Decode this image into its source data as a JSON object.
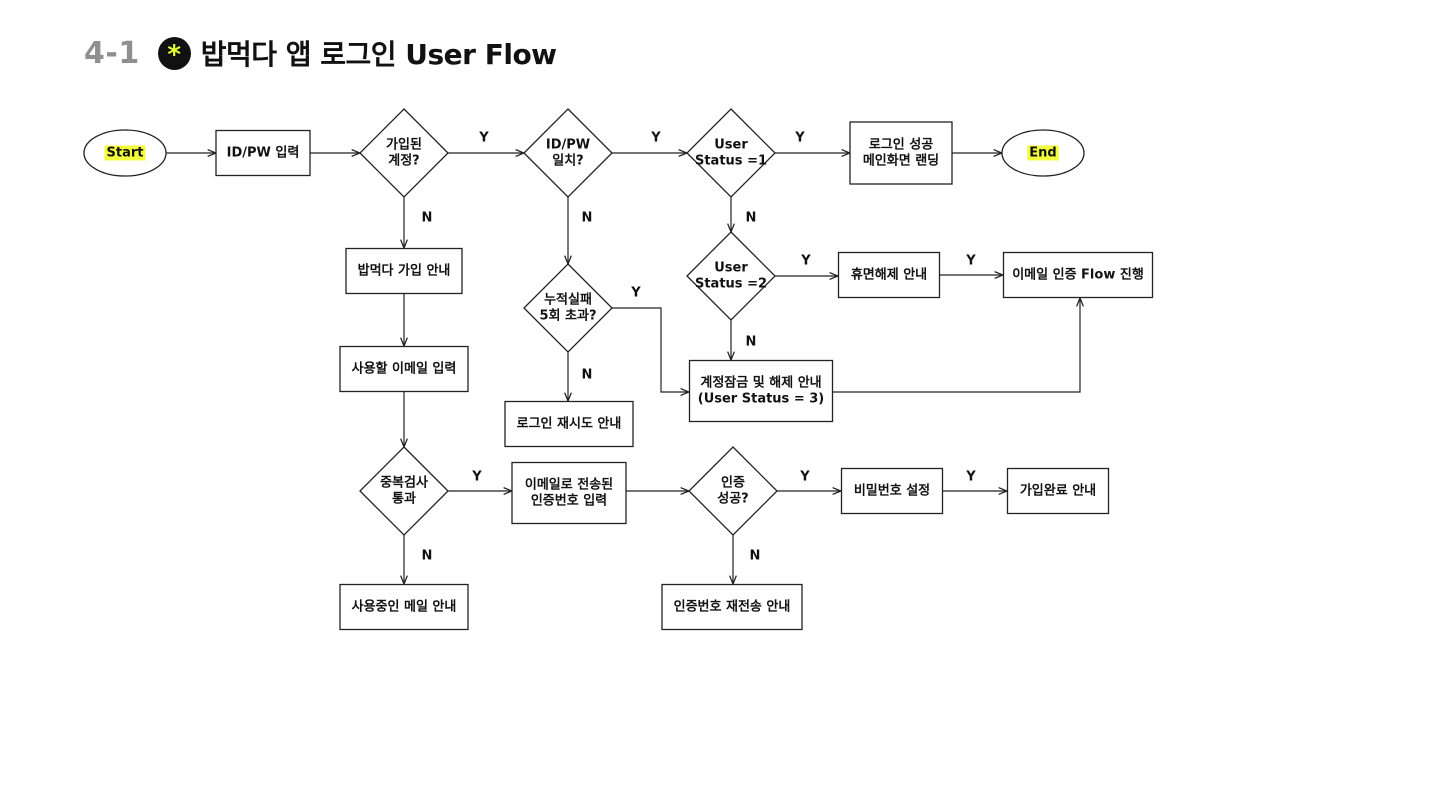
{
  "header": {
    "section_number": "4-1",
    "badge_icon": "asterisk-icon",
    "badge_bg": "#111111",
    "badge_fg": "#e6ff2e",
    "title": "밥먹다 앱 로그인 User Flow"
  },
  "highlight_color": "#f3ff3a",
  "nodes": [
    {
      "id": "start",
      "shape": "ellipse",
      "lines": [
        "Start"
      ],
      "highlight": true
    },
    {
      "id": "idpw-input",
      "shape": "rect",
      "lines": [
        "ID/PW 입력"
      ]
    },
    {
      "id": "registered-q",
      "shape": "diamond",
      "lines": [
        "가입된",
        "계정?"
      ]
    },
    {
      "id": "idpw-match-q",
      "shape": "diamond",
      "lines": [
        "ID/PW",
        "일치?"
      ]
    },
    {
      "id": "status1-q",
      "shape": "diamond",
      "lines": [
        "User",
        "Status =1"
      ]
    },
    {
      "id": "login-success",
      "shape": "rect",
      "lines": [
        "로그인 성공",
        "메인화면 랜딩"
      ]
    },
    {
      "id": "end",
      "shape": "ellipse",
      "lines": [
        "End"
      ],
      "highlight": true
    },
    {
      "id": "signup-guide",
      "shape": "rect",
      "lines": [
        "밥먹다 가입 안내"
      ]
    },
    {
      "id": "fail5-q",
      "shape": "diamond",
      "lines": [
        "누적실패",
        "5회 초과?"
      ]
    },
    {
      "id": "status2-q",
      "shape": "diamond",
      "lines": [
        "User",
        "Status =2"
      ]
    },
    {
      "id": "dormant-release",
      "shape": "rect",
      "lines": [
        "휴면해제 안내"
      ]
    },
    {
      "id": "email-verify-flow",
      "shape": "rect",
      "lines": [
        "이메일 인증 Flow 진행"
      ]
    },
    {
      "id": "email-input",
      "shape": "rect",
      "lines": [
        "사용할 이메일 입력"
      ]
    },
    {
      "id": "lock-guide",
      "shape": "rect",
      "lines": [
        "계정잠금 및 해제 안내",
        "(User Status = 3)"
      ]
    },
    {
      "id": "retry-guide",
      "shape": "rect",
      "lines": [
        "로그인 재시도 안내"
      ]
    },
    {
      "id": "dup-check-q",
      "shape": "diamond",
      "lines": [
        "중복검사",
        "통과"
      ]
    },
    {
      "id": "code-input",
      "shape": "rect",
      "lines": [
        "이메일로 전송된",
        "인증번호 입력"
      ]
    },
    {
      "id": "verify-q",
      "shape": "diamond",
      "lines": [
        "인증",
        "성공?"
      ]
    },
    {
      "id": "password-set",
      "shape": "rect",
      "lines": [
        "비밀번호 설정"
      ]
    },
    {
      "id": "signup-done",
      "shape": "rect",
      "lines": [
        "가입완료 안내"
      ]
    },
    {
      "id": "email-in-use",
      "shape": "rect",
      "lines": [
        "사용중인 메일 안내"
      ]
    },
    {
      "id": "code-resend",
      "shape": "rect",
      "lines": [
        "인증번호 재전송 안내"
      ]
    }
  ],
  "edges": [
    {
      "from": "start",
      "to": "idpw-input",
      "label": ""
    },
    {
      "from": "idpw-input",
      "to": "registered-q",
      "label": ""
    },
    {
      "from": "registered-q",
      "to": "idpw-match-q",
      "label": "Y"
    },
    {
      "from": "idpw-match-q",
      "to": "status1-q",
      "label": "Y"
    },
    {
      "from": "status1-q",
      "to": "login-success",
      "label": "Y"
    },
    {
      "from": "login-success",
      "to": "end",
      "label": ""
    },
    {
      "from": "registered-q",
      "to": "signup-guide",
      "label": "N"
    },
    {
      "from": "idpw-match-q",
      "to": "fail5-q",
      "label": "N"
    },
    {
      "from": "status1-q",
      "to": "status2-q",
      "label": "N"
    },
    {
      "from": "status2-q",
      "to": "dormant-release",
      "label": "Y"
    },
    {
      "from": "dormant-release",
      "to": "email-verify-flow",
      "label": "Y"
    },
    {
      "from": "status2-q",
      "to": "lock-guide",
      "label": "N"
    },
    {
      "from": "fail5-q",
      "to": "lock-guide",
      "label": "Y"
    },
    {
      "from": "fail5-q",
      "to": "retry-guide",
      "label": "N"
    },
    {
      "from": "lock-guide",
      "to": "email-verify-flow",
      "label": ""
    },
    {
      "from": "signup-guide",
      "to": "email-input",
      "label": ""
    },
    {
      "from": "email-input",
      "to": "dup-check-q",
      "label": ""
    },
    {
      "from": "dup-check-q",
      "to": "code-input",
      "label": "Y"
    },
    {
      "from": "code-input",
      "to": "verify-q",
      "label": ""
    },
    {
      "from": "verify-q",
      "to": "password-set",
      "label": "Y"
    },
    {
      "from": "password-set",
      "to": "signup-done",
      "label": "Y"
    },
    {
      "from": "dup-check-q",
      "to": "email-in-use",
      "label": "N"
    },
    {
      "from": "verify-q",
      "to": "code-resend",
      "label": "N"
    }
  ]
}
